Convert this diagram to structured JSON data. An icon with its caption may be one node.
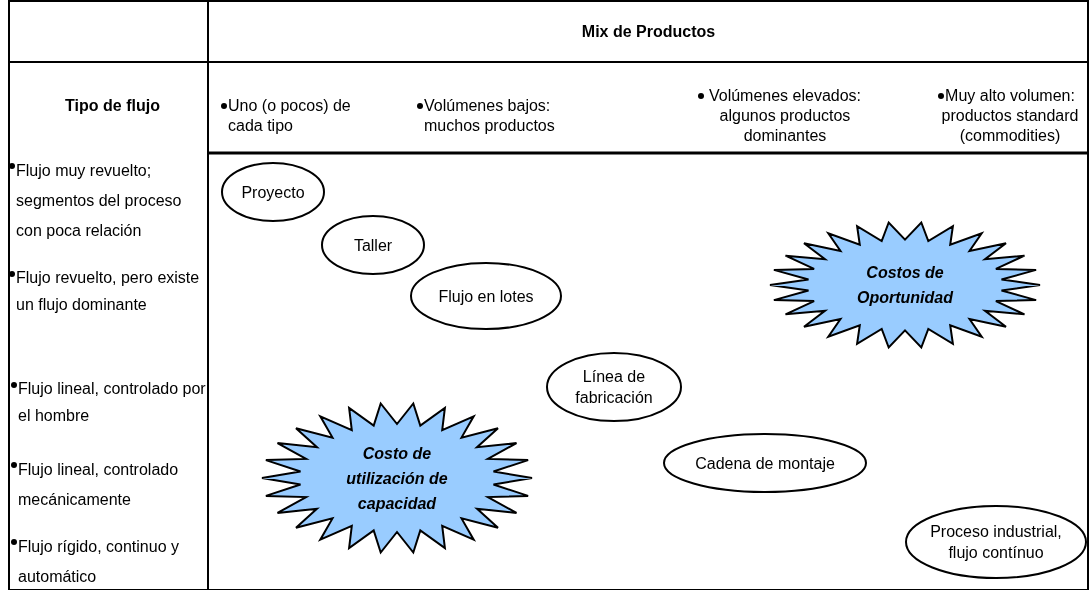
{
  "diagram": {
    "nodes": [
      {
        "text": [
          "Proyecto"
        ]
      },
      {
        "text": [
          "Taller"
        ]
      },
      {
        "text": [
          "Costos de Oportunidad"
        ]
      },
      {
        "text": [
          "Flujo en lotes"
        ]
      },
      {
        "text": [
          "Línea de fabricación"
        ]
      },
      {
        "text": [
          "Costo de utilización de capacidad"
        ]
      },
      {
        "text": [
          "Cadena de montaje"
        ]
      },
      {
        "text": [
          "Proceso industrial, flujo contínuo"
        ]
      }
    ],
    "edges": [],
    "labels": [
      "Mix de Productos",
      "Tipo de flujo",
      "Uno (o pocos) de cada tipo",
      "Volúmenes bajos: muchos productos",
      "Volúmenes elevados: algunos productos dominantes",
      "Muy alto volumen: productos standard (commodities)",
      "Flujo muy revuelto; segmentos del proceso con poca relación",
      "Flujo revuelto, pero existe un flujo dominante",
      "Flujo lineal, controlado por el hombre",
      "Flujo lineal, controlado mecánicamente",
      "Flujo rígido, continuo y automático"
    ]
  }
}
